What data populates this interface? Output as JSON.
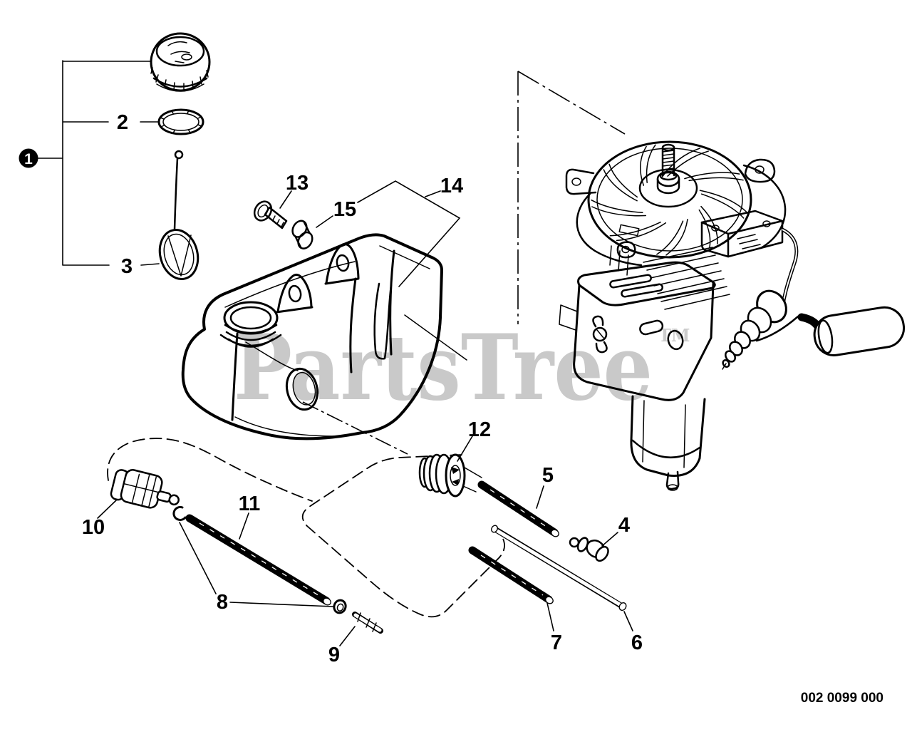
{
  "watermark": {
    "text": "PartsTree",
    "tm": "TM",
    "color": "#c9c9c9"
  },
  "footer": {
    "code": "002 0099 000"
  },
  "colors": {
    "background": "#ffffff",
    "line": "#000000",
    "watermark": "#c9c9c9"
  },
  "callouts": [
    {
      "label": "1"
    },
    {
      "label": "2"
    },
    {
      "label": "3"
    },
    {
      "label": "4"
    },
    {
      "label": "5"
    },
    {
      "label": "6"
    },
    {
      "label": "7"
    },
    {
      "label": "8"
    },
    {
      "label": "9"
    },
    {
      "label": "10"
    },
    {
      "label": "11"
    },
    {
      "label": "12"
    },
    {
      "label": "13"
    },
    {
      "label": "14"
    },
    {
      "label": "15"
    }
  ]
}
